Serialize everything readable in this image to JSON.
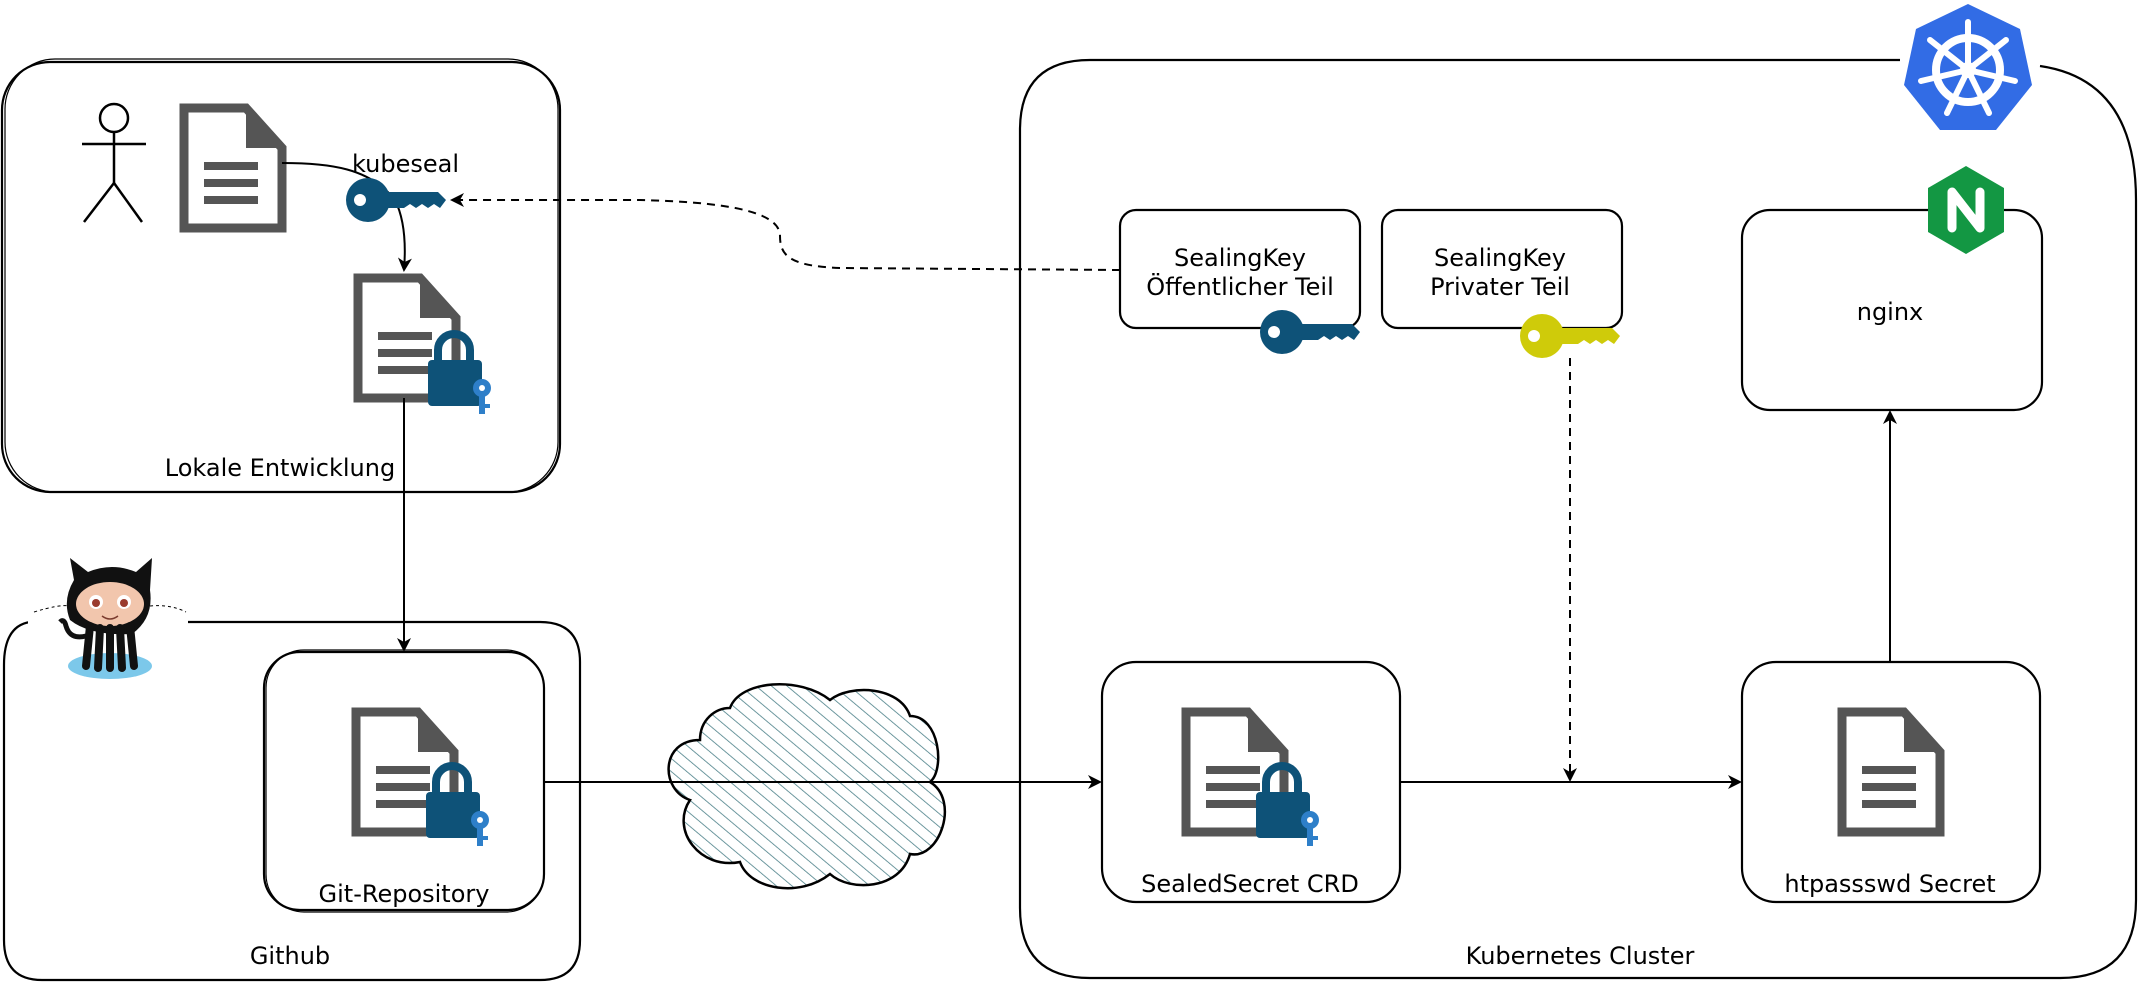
{
  "colors": {
    "key_public": "#0e5278",
    "key_private": "#cfcb0a",
    "lock": "#0e5278",
    "lock_key": "#2e7fc9",
    "kubernetes": "#326ce5",
    "nginx": "#139743",
    "document": "#555555",
    "cloud_hatch": "#4a7f87"
  },
  "groups": {
    "local": {
      "label": "Lokale Entwicklung"
    },
    "github": {
      "label": "Github"
    },
    "cluster": {
      "label": "Kubernetes Cluster"
    }
  },
  "nodes": {
    "kubeseal": {
      "label": "kubeseal"
    },
    "git_repo": {
      "label": "Git-Repository"
    },
    "sealingkey_public": {
      "line1": "SealingKey",
      "line2": "Öffentlicher Teil"
    },
    "sealingkey_private": {
      "line1": "SealingKey",
      "line2": "Privater Teil"
    },
    "nginx": {
      "label": "nginx"
    },
    "sealed_secret": {
      "label": "SealedSecret CRD"
    },
    "htpasswd_secret": {
      "label": "htpassswd Secret"
    }
  },
  "icons": {
    "actor": "stick-figure-icon",
    "plain_document": "document-icon",
    "encrypted_document": "locked-document-icon",
    "github": "octocat-icon",
    "internet": "cloud-icon",
    "kubernetes": "kubernetes-helm-icon",
    "nginx": "nginx-icon"
  }
}
